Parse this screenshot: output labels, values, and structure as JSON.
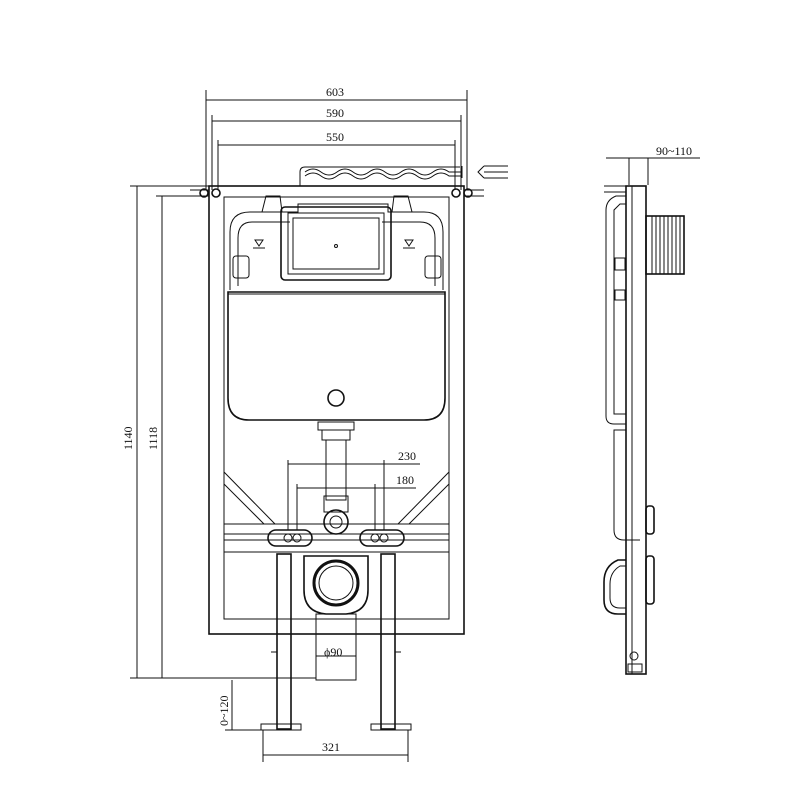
{
  "dimensions": {
    "width_outer": "603",
    "width_mid": "590",
    "width_inner": "550",
    "height_total": "1140",
    "height_frame": "1118",
    "side_depth": "90~110",
    "valve_spacing_outer": "230",
    "valve_spacing_inner": "180",
    "leg_adjust": "0~120",
    "leg_spacing": "321",
    "drain_diameter": "ϕ90"
  },
  "colors": {
    "line": "#111111",
    "background": "#ffffff"
  }
}
